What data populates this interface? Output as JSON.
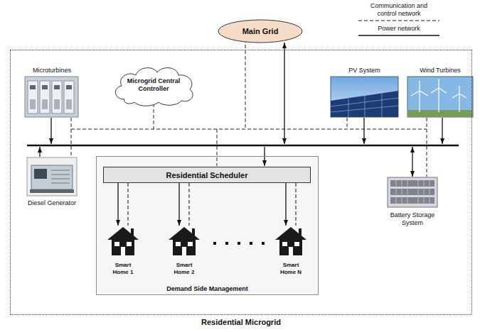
{
  "diagram": {
    "nodes": [
      {
        "text": [
          "Main Grid"
        ]
      },
      {
        "text": [
          "Residential Microgrid"
        ]
      },
      {
        "text": [
          "Microturbines"
        ],
        "in": 1
      },
      {
        "text": [
          "Microgrid Central Controller"
        ],
        "in": 1
      },
      {
        "text": [
          "PV System"
        ],
        "in": 1
      },
      {
        "text": [
          "Wind Turbines"
        ],
        "in": 1
      },
      {
        "text": [
          "Diesel Generator"
        ],
        "in": 1
      },
      {
        "text": [
          "Demand Side Management"
        ],
        "in": 1
      },
      {
        "text": [
          "Residential Scheduler"
        ],
        "in": 7
      },
      {
        "text": [
          "Smart Home 1"
        ],
        "in": 7
      },
      {
        "text": [
          "Smart Home 2"
        ],
        "in": 7
      },
      {
        "text": [
          "Smart Home N"
        ],
        "in": 7
      },
      {
        "text": [
          "Battery Storage System"
        ],
        "in": 1
      }
    ],
    "edges": [
      {
        "from": 8,
        "to": 9,
        "arrow": "to"
      },
      {
        "from": 8,
        "to": 9,
        "arrow": "none"
      },
      {
        "from": 8,
        "to": 10,
        "arrow": "to"
      },
      {
        "from": 8,
        "to": 10,
        "arrow": "none"
      },
      {
        "from": 8,
        "to": 11,
        "arrow": "to"
      },
      {
        "from": 8,
        "to": 11,
        "arrow": "none"
      }
    ],
    "legend": [
      {
        "text": "Communication and control network"
      },
      {
        "text": "Power network"
      }
    ]
  }
}
